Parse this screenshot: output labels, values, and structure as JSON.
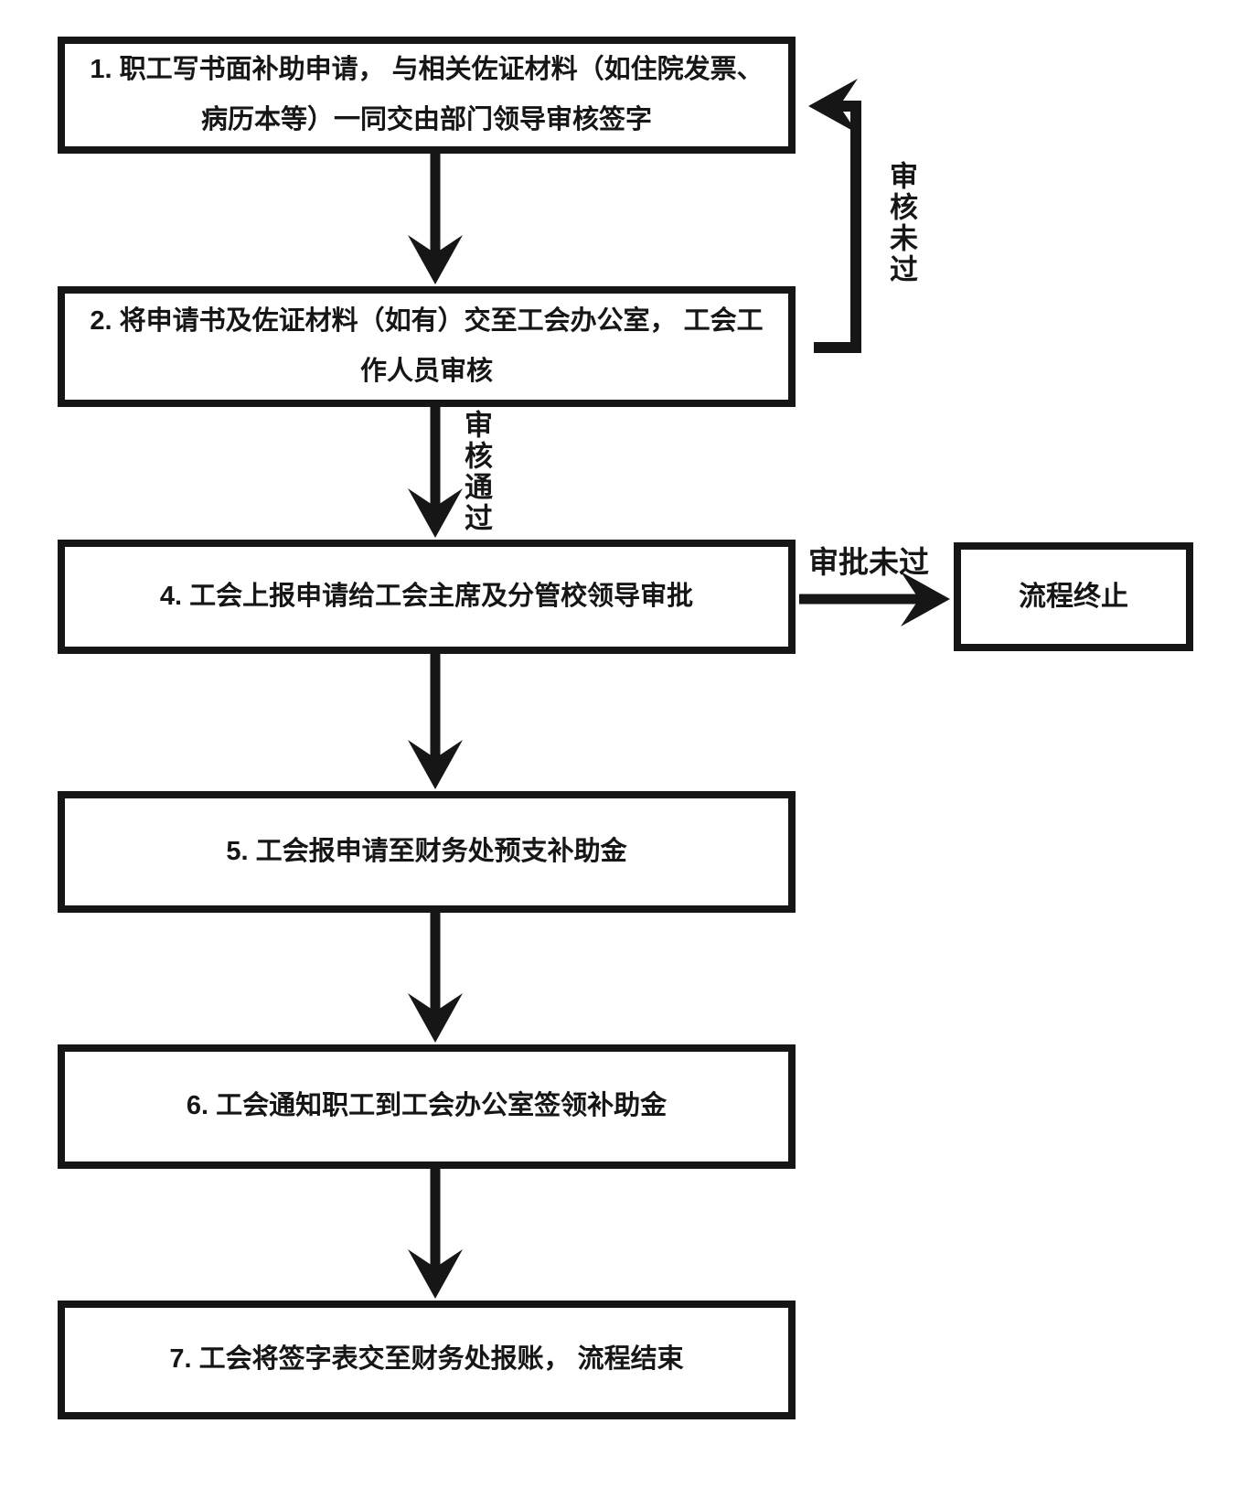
{
  "diagram": {
    "background_color": "#ffffff",
    "stroke_color": "#161616",
    "nodes": {
      "step1": "1. 职工写书面补助申请， 与相关佐证材料（如住院发票、病历本等）一同交由部门领导审核签字",
      "step2": "2. 将申请书及佐证材料（如有）交至工会办公室， 工会工作人员审核",
      "step4": "4. 工会上报申请给工会主席及分管校领导审批",
      "step5": "5. 工会报申请至财务处预支补助金",
      "step6": "6. 工会通知职工到工会办公室签领补助金",
      "step7": "7. 工会将签字表交至财务处报账， 流程结束",
      "terminate": "流程终止"
    },
    "edge_labels": {
      "review_failed": "审核未过",
      "review_passed": "审核通过",
      "approval_failed": "审批未过"
    }
  }
}
